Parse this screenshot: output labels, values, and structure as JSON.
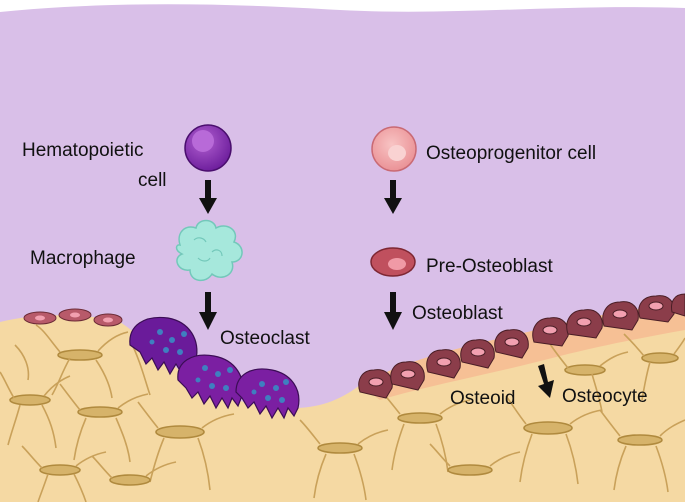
{
  "labels": {
    "hematopoietic_line1": "Hematopoietic",
    "hematopoietic_line2": "cell",
    "macrophage": "Macrophage",
    "osteoclast": "Osteoclast",
    "osteoprogenitor": "Osteoprogenitor cell",
    "pre_osteoblast": "Pre-Osteoblast",
    "osteoblast": "Osteoblast",
    "osteoid": "Osteoid",
    "osteocyte": "Osteocyte"
  },
  "colors": {
    "marrow": "#d9bfe8",
    "bone": "#f5d9a3",
    "osteoid": "#f4b890",
    "hematopoietic_cell": "#7b1fa2",
    "macrophage": "#a6e8dc",
    "osteoclast": "#6a1b9a",
    "osteoprogenitor": "#ef9a9a",
    "pre_osteoblast": "#c0505e",
    "osteoblast": "#8b3d4a",
    "osteocyte": "#d6b36a",
    "arrow": "#111111"
  },
  "icons": [
    "down-arrow-icon"
  ]
}
